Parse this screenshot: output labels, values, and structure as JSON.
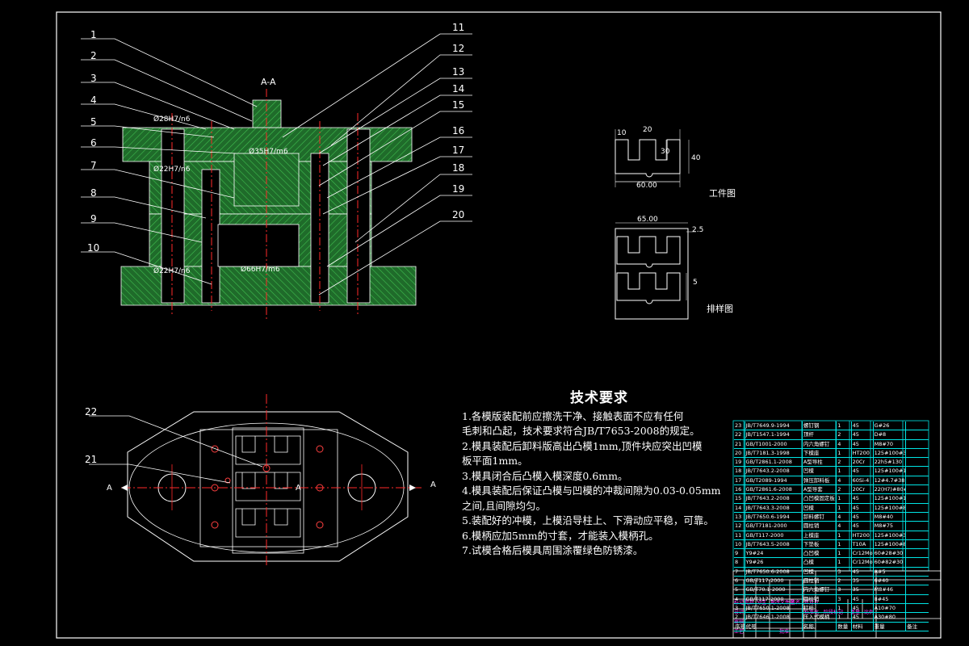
{
  "colors": {
    "background": "#000000",
    "border": "#ffffff",
    "hatch": "#2e8b3a",
    "centerline": "#ff2a2a",
    "bom_grid": "#00e5e5",
    "leaders": "#ffffff"
  },
  "section_label": "A-A",
  "part_numbers": [
    "1",
    "2",
    "3",
    "4",
    "5",
    "6",
    "7",
    "8",
    "9",
    "10",
    "11",
    "12",
    "13",
    "14",
    "15",
    "16",
    "17",
    "18",
    "19",
    "20",
    "21",
    "22"
  ],
  "fit_labels": {
    "upper": "Ø28H7/n6",
    "middle": "Ø22H7/n6",
    "lower": "Ø22H7/n6",
    "punch_top": "Ø35H7/m6",
    "guide": "Ø66H7/m6"
  },
  "workpiece": {
    "caption": "工件图",
    "dim_10": "10",
    "dim_20": "20",
    "dim_30": "30",
    "dim_40": "40",
    "dim_60": "60.00"
  },
  "layout_view": {
    "caption": "排样图",
    "dim_65": "65.00",
    "dim_2_5": "2.5",
    "dim_5": "5"
  },
  "plan_view": {
    "section_a_left": "A",
    "section_a_right": "A",
    "section_a_mid": "A"
  },
  "tech_req": {
    "title": "技术要求",
    "items": [
      "1.各模版装配前应擦洗干净、接触表面不应有任何",
      "   毛刺和凸起，技术要求符合JB/T7653-2008的规定。",
      "2.模具装配后卸料版高出凸模1mm,顶件块应突出凹模",
      "   板平面1mm。",
      "3.模具闭合后凸模入模深度0.6mm。",
      "4.模具装配后保证凸模与凹模的冲裁间隙为0.03-0.05mm",
      "   之间,且间隙均匀。",
      "5.装配好的冲模，上模沿导柱上、下滑动应平稳，可靠。",
      "6.模柄应加5mm的寸套，才能装入模柄孔。",
      "7.试模合格后模具周围涂覆绿色防锈漆。"
    ]
  },
  "bom_rows": [
    [
      "23",
      "JB/T7649.9-1994",
      "螺钉钢",
      "1",
      "45",
      "G#26",
      ""
    ],
    [
      "22",
      "JB/T1547.1-1994",
      "顶杆",
      "2",
      "45",
      "D#8",
      ""
    ],
    [
      "21",
      "GB/T1001-2000",
      "内六角螺钉",
      "4",
      "45",
      "M8#70",
      ""
    ],
    [
      "20",
      "JB/T7181.3-1998",
      "下模座",
      "1",
      "HT200",
      "125#100#38",
      ""
    ],
    [
      "19",
      "GB/T2861.1-2008",
      "A型导柱",
      "2",
      "20Cr",
      "22h5#130",
      ""
    ],
    [
      "18",
      "JB/T7643.2-2008",
      "凹模",
      "1",
      "45",
      "125#100#12",
      ""
    ],
    [
      "17",
      "GB/T2089-1994",
      "弹压卸料板",
      "4",
      "60Si-4",
      "12#4.7#38",
      ""
    ],
    [
      "16",
      "GB/T2861.6-2008",
      "A型导套",
      "2",
      "20Cr",
      "22(H7)#80#28",
      ""
    ],
    [
      "15",
      "JB/T7643.2-2008",
      "凸凹模固定板",
      "1",
      "45",
      "125#100#12",
      ""
    ],
    [
      "14",
      "JB/T7643.3-2008",
      "凹模",
      "1",
      "45",
      "125#100#8",
      ""
    ],
    [
      "13",
      "JB/T7650.6-1994",
      "卸料螺钉",
      "4",
      "45",
      "M8#40",
      ""
    ],
    [
      "12",
      "GB/T7181-2000",
      "圆柱销",
      "4",
      "45",
      "M8#75",
      ""
    ],
    [
      "11",
      "GB/T117-2000",
      "上模座",
      "1",
      "HT200",
      "125#100#35",
      ""
    ],
    [
      "10",
      "JB/T7643.5-2008",
      "下垫板",
      "1",
      "T10A",
      "125#100#8",
      ""
    ],
    [
      "9",
      "Y9#24",
      "凸凹模",
      "1",
      "Cr12MoV",
      "60#28#30",
      ""
    ],
    [
      "8",
      "Y9#26",
      "凸模",
      "1",
      "Cr12MoV",
      "60#82#30",
      ""
    ],
    [
      "7",
      "JB/T7650.6-2008",
      "凹模",
      "3",
      "45",
      "A#5",
      ""
    ],
    [
      "6",
      "GB/T117-2000",
      "圆柱销",
      "2",
      "35",
      "6#40",
      ""
    ],
    [
      "5",
      "GB/T70.1-2000",
      "内六角螺钉",
      "3",
      "35",
      "M8#46",
      ""
    ],
    [
      "4",
      "GB/T117-2000",
      "圆柱销",
      "3",
      "45",
      "8#45",
      ""
    ],
    [
      "3",
      "JB/T7650.1-2008",
      "打杆",
      "1",
      "45",
      "A10#70",
      ""
    ],
    [
      "2",
      "JB/T7646.1-2008",
      "压入式模柄",
      "1",
      "45",
      "A30#80",
      ""
    ]
  ],
  "bom_header": [
    "序号",
    "代号",
    "名称",
    "数量",
    "材料",
    "重量",
    "备注"
  ],
  "title_block": {
    "a": "标记",
    "b": "处数",
    "c": "分区",
    "d": "更改文件号",
    "e": "签名",
    "f": "年月日",
    "g": "设计",
    "h": "标准化",
    "i": "阶段标记",
    "j": "重量",
    "k": "比例",
    "l": "审核",
    "m": "工艺",
    "n": "批准"
  }
}
